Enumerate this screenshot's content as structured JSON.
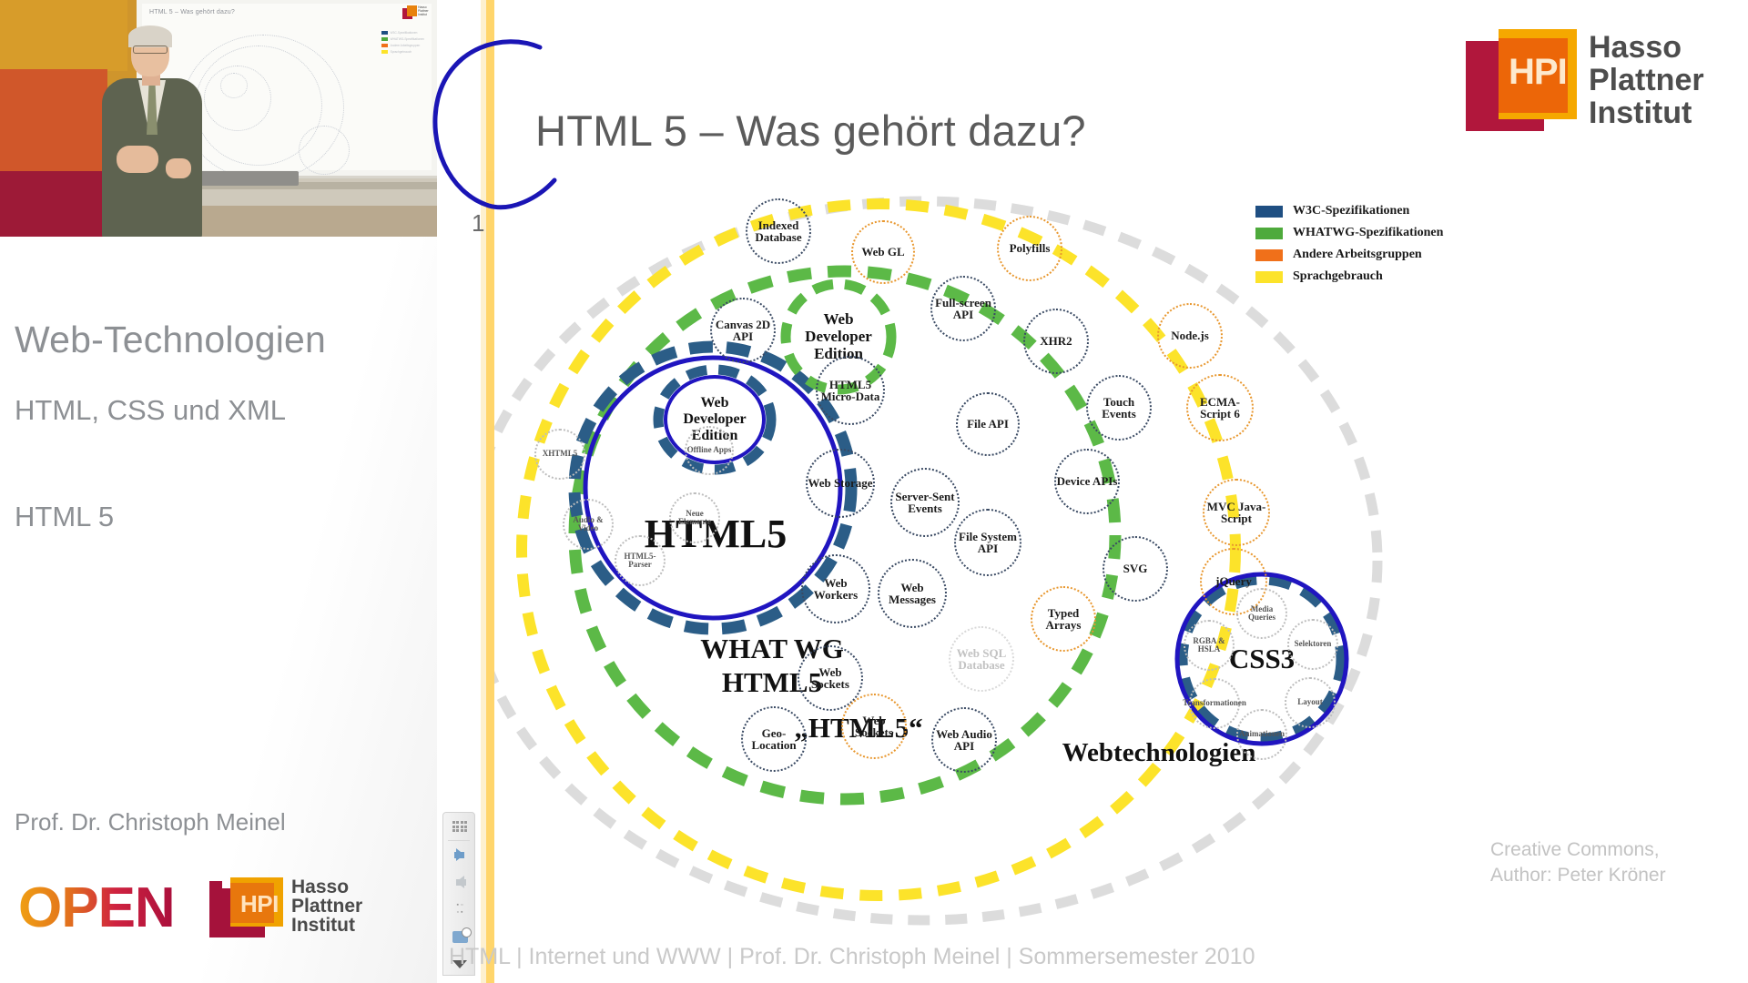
{
  "video": {
    "screen_title": "HTML 5 – Was gehört dazu?",
    "hpi_abbr": "HPI",
    "hpi_lines": [
      "Hasso",
      "Plattner",
      "Institut"
    ]
  },
  "sidebar": {
    "title": "Web-Technologien",
    "subtitle1": "HTML, CSS und XML",
    "subtitle2": "HTML 5",
    "author": "Prof. Dr. Christoph Meinel",
    "logo": {
      "open_word": "OPEN",
      "hpi_abbr": "HPI",
      "hpi_lines": [
        "Hasso",
        "Plattner",
        "Institut"
      ]
    }
  },
  "toolbar": {
    "items": [
      {
        "name": "grid-icon",
        "label": "Overview"
      },
      {
        "name": "arrow-right-icon",
        "label": "Next"
      },
      {
        "name": "arrow-left-icon",
        "label": "Previous"
      },
      {
        "name": "settings-icon",
        "label": "Settings"
      },
      {
        "name": "screen-icon",
        "label": "Screen"
      },
      {
        "name": "chevron-down-icon",
        "label": "More"
      }
    ]
  },
  "slide": {
    "number": "1",
    "title": "HTML 5 – Was gehört dazu?",
    "footer": "HTML  | Internet und  WWW | Prof. Dr. Christoph Meinel  | Sommersemester 2010",
    "credit_line1": "Creative Commons,",
    "credit_line2": "Author:  Peter Kröner",
    "hpi_abbr": "HPI",
    "hpi_lines": [
      "Hasso",
      "Plattner",
      "Institut"
    ],
    "annotation": "blue-hand-drawn-loop"
  },
  "colors": {
    "w3c_blue": "#1f4f82",
    "whatwg_green": "#4eaa3c",
    "other_orange": "#f0701a",
    "usage_yellow": "#fce32a",
    "accent_yellow_bar": "#ffd469",
    "hpi_red": "#b1173c",
    "hpi_orange": "#ec6608",
    "annotation_blue": "#1a15b5",
    "grey_ring": "#d8d8d8"
  },
  "chart_data": {
    "type": "diagram",
    "title": "HTML 5 – Was gehört dazu?",
    "credit": "Creative Commons, Author: Peter Kröner",
    "legend": {
      "position": "top-right",
      "entries": [
        {
          "label": "W3C-Spezifikationen",
          "color": "#1f4f82"
        },
        {
          "label": "WHATWG-Spezifikationen",
          "color": "#4eaa3c"
        },
        {
          "label": "Andere Arbeitsgruppen",
          "color": "#f0701a"
        },
        {
          "label": "Sprachgebrauch",
          "color": "#fce32a"
        }
      ]
    },
    "regions": [
      {
        "label": "HTML5",
        "ring_color": "#1f4f82",
        "kind": "solid+dashed"
      },
      {
        "label": "Web Developer Edition",
        "ring_color": "#1f4f82",
        "kind": "solid+dashed",
        "nested_in": "HTML5"
      },
      {
        "label": "Web Developer Edition",
        "ring_color": "#4eaa3c",
        "kind": "dashed"
      },
      {
        "label": "WHAT WG HTML5",
        "ring_color": "#4eaa3c",
        "kind": "dashed"
      },
      {
        "label": "„HTML5“",
        "ring_color": "#fce32a",
        "kind": "dashed"
      },
      {
        "label": "Webtechnologien",
        "ring_color": "#d8d8d8",
        "kind": "dashed"
      },
      {
        "label": "CSS3",
        "ring_color": "#1f4f82",
        "kind": "solid+dashed"
      }
    ],
    "nodes": [
      {
        "label": "XHTML5",
        "group": "HTML5",
        "color": "#3a4a63"
      },
      {
        "label": "Offline Apps",
        "group": "HTML5",
        "color": "#3a4a63"
      },
      {
        "label": "Audio & Video",
        "group": "HTML5",
        "color": "#3a4a63"
      },
      {
        "label": "Neue Elemente",
        "group": "HTML5",
        "color": "#3a4a63"
      },
      {
        "label": "HTML5-Parser",
        "group": "HTML5",
        "color": "#3a4a63"
      },
      {
        "label": "Indexed Database",
        "group": "Webtechnologien",
        "color": "#3a4a63"
      },
      {
        "label": "Web GL",
        "group": "Andere",
        "color": "#e8972e"
      },
      {
        "label": "Polyfills",
        "group": "Andere",
        "color": "#e8972e"
      },
      {
        "label": "Canvas 2D API",
        "group": "WHATWG",
        "color": "#3a4a63"
      },
      {
        "label": "Full-screen API",
        "group": "WHATWG",
        "color": "#3a4a63"
      },
      {
        "label": "XHR2",
        "group": "WHATWG",
        "color": "#3a4a63"
      },
      {
        "label": "Node.js",
        "group": "Andere",
        "color": "#e8972e"
      },
      {
        "label": "ECMA-Script 6",
        "group": "Andere",
        "color": "#e8972e"
      },
      {
        "label": "Touch Events",
        "group": "Webtechnologien",
        "color": "#3a4a63"
      },
      {
        "label": "HTML5 Micro-Data",
        "group": "WHATWG",
        "color": "#3a4a63"
      },
      {
        "label": "File API",
        "group": "WHATWG",
        "color": "#3a4a63"
      },
      {
        "label": "Device APIs",
        "group": "Webtechnologien",
        "color": "#3a4a63"
      },
      {
        "label": "MVC Java-Script",
        "group": "Andere",
        "color": "#e8972e"
      },
      {
        "label": "Web Storage",
        "group": "WHATWG",
        "color": "#3a4a63"
      },
      {
        "label": "Server-Sent Events",
        "group": "WHATWG",
        "color": "#3a4a63"
      },
      {
        "label": "File System API",
        "group": "WHATWG",
        "color": "#3a4a63"
      },
      {
        "label": "SVG",
        "group": "Webtechnologien",
        "color": "#3a4a63"
      },
      {
        "label": "jQuery",
        "group": "Andere",
        "color": "#e8972e"
      },
      {
        "label": "Web Workers",
        "group": "WHATWG",
        "color": "#3a4a63"
      },
      {
        "label": "Web Messages",
        "group": "WHATWG",
        "color": "#3a4a63"
      },
      {
        "label": "Typed Arrays",
        "group": "Andere",
        "color": "#e8972e"
      },
      {
        "label": "Web SQL Database",
        "group": "Veraltet",
        "color": "#d9d9d9"
      },
      {
        "label": "Web Sockets",
        "group": "WHATWG",
        "color": "#3a4a63"
      },
      {
        "label": "Web Sockets",
        "group": "Andere",
        "color": "#e8972e"
      },
      {
        "label": "Web Audio API",
        "group": "Webtechnologien",
        "color": "#3a4a63"
      },
      {
        "label": "Geo-Location",
        "group": "Sprachgebrauch",
        "color": "#3a4a63"
      },
      {
        "label": "Media Queries",
        "group": "CSS3",
        "color": "#3a4a63"
      },
      {
        "label": "Selektoren",
        "group": "CSS3",
        "color": "#3a4a63"
      },
      {
        "label": "RGBA & HSLA",
        "group": "CSS3",
        "color": "#3a4a63"
      },
      {
        "label": "Transformationen",
        "group": "CSS3",
        "color": "#3a4a63"
      },
      {
        "label": "Layout",
        "group": "CSS3",
        "color": "#3a4a63"
      },
      {
        "label": "Animationen",
        "group": "CSS3",
        "color": "#3a4a63"
      }
    ],
    "big_labels": [
      {
        "text": "HTML5",
        "size": "large"
      },
      {
        "text": "Web Developer Edition",
        "size": "small"
      },
      {
        "text": "WHAT WG HTML5",
        "size": "medium"
      },
      {
        "text": "„HTML5“",
        "size": "medium"
      },
      {
        "text": "CSS3",
        "size": "medium"
      },
      {
        "text": "Webtechnologien",
        "size": "medium"
      }
    ]
  }
}
